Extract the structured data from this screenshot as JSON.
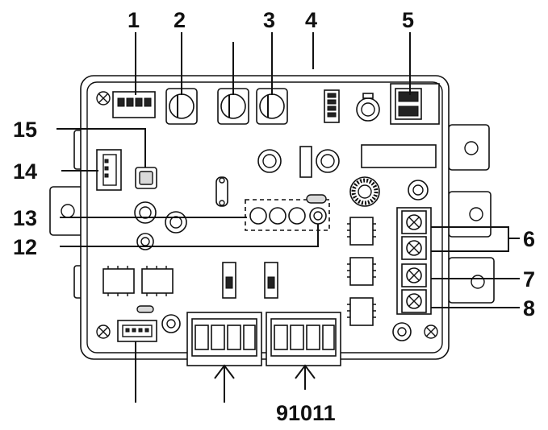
{
  "diagram": {
    "callouts": [
      {
        "id": "1",
        "label": "1"
      },
      {
        "id": "2",
        "label": "2"
      },
      {
        "id": "3",
        "label": "3"
      },
      {
        "id": "4",
        "label": "4"
      },
      {
        "id": "5",
        "label": "5"
      },
      {
        "id": "6",
        "label": "6"
      },
      {
        "id": "7",
        "label": "7"
      },
      {
        "id": "8",
        "label": "8"
      },
      {
        "id": "12",
        "label": "12"
      },
      {
        "id": "13",
        "label": "13"
      },
      {
        "id": "14",
        "label": "14"
      },
      {
        "id": "15",
        "label": "15"
      },
      {
        "id": "91011",
        "label": "91011"
      }
    ]
  }
}
